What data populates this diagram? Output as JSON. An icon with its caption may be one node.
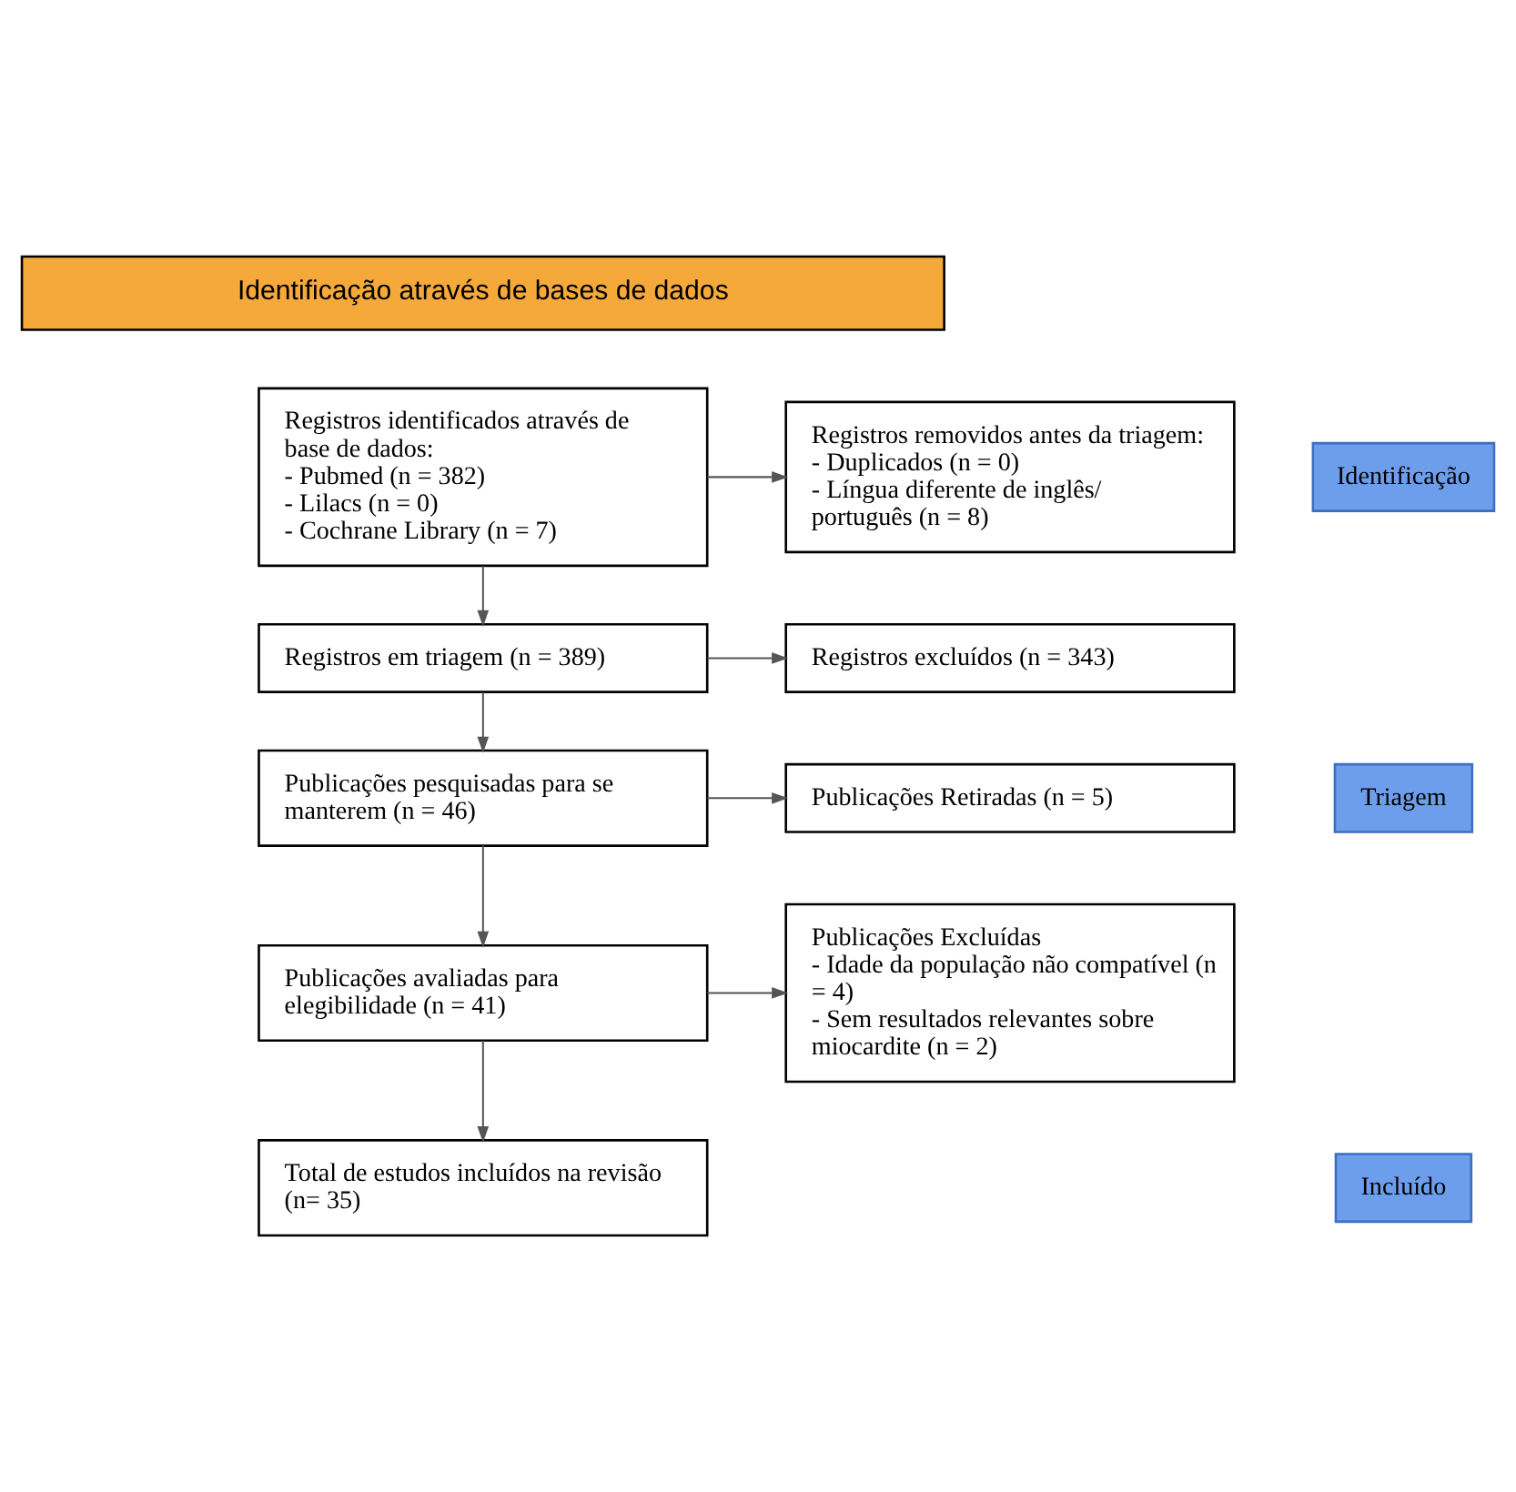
{
  "diagram": {
    "nodes": [
      {
        "text": [
          "Identificação através de bases de dados"
        ]
      },
      {
        "text": [
          "Identificação"
        ]
      },
      {
        "text": [
          "Triagem"
        ]
      },
      {
        "text": [
          "Incluído"
        ]
      },
      {
        "text": [
          "Registros identificados através de base de dados:",
          "- Pubmed (n = 382)",
          "- Lilacs (n = 0)",
          "- Cochrane Library (n = 7)"
        ]
      },
      {
        "text": [
          "Registros removidos antes da triagem:",
          "- Duplicados (n = 0)",
          "- Língua diferente de inglês/ português (n = 8)"
        ]
      },
      {
        "text": [
          "Registros em triagem (n = 389)"
        ]
      },
      {
        "text": [
          "Registros excluídos (n = 343)"
        ]
      },
      {
        "text": [
          "Publicações pesquisadas para se manterem (n = 46)"
        ]
      },
      {
        "text": [
          "Publicações Retiradas (n = 5)"
        ]
      },
      {
        "text": [
          "Publicações avaliadas para elegibilidade (n = 41)"
        ]
      },
      {
        "text": [
          "Publicações Excluídas",
          "- Idade da população não compatível (n = 4)",
          "- Sem resultados relevantes sobre miocardite (n = 2)"
        ]
      },
      {
        "text": [
          "Total de estudos incluídos na revisão (n= 35)"
        ]
      }
    ],
    "edges": [
      {
        "from": 4,
        "to": 5,
        "arrow": "to"
      },
      {
        "from": 4,
        "to": 6,
        "arrow": "to"
      },
      {
        "from": 6,
        "to": 7,
        "arrow": "to"
      },
      {
        "from": 6,
        "to": 8,
        "arrow": "to"
      },
      {
        "from": 8,
        "to": 9,
        "arrow": "to"
      },
      {
        "from": 8,
        "to": 10,
        "arrow": "to"
      },
      {
        "from": 10,
        "to": 11,
        "arrow": "to"
      },
      {
        "from": 10,
        "to": 12,
        "arrow": "to"
      }
    ]
  }
}
